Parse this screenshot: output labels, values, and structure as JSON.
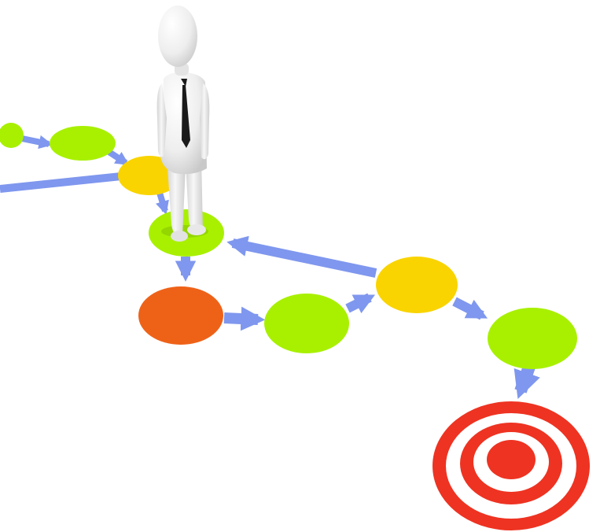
{
  "scene": {
    "subject": "3d-person-standing-on-process-path",
    "colors": {
      "background": "#ffffff",
      "arrow": "#7f97ee",
      "green_node": "#a8f000",
      "yellow_node": "#f9d400",
      "orange_node": "#ee6218",
      "target_red": "#ee3322",
      "figure_white": "#f1f1f1",
      "tie": "#1a1a1a"
    },
    "nodes": [
      {
        "id": "node-left-edge",
        "color": "green"
      },
      {
        "id": "node-top-green",
        "color": "green"
      },
      {
        "id": "node-top-yellow",
        "color": "yellow"
      },
      {
        "id": "node-under-figure",
        "color": "green"
      },
      {
        "id": "node-orange",
        "color": "orange"
      },
      {
        "id": "node-middle-green",
        "color": "green"
      },
      {
        "id": "node-right-yellow",
        "color": "yellow"
      },
      {
        "id": "node-right-green",
        "color": "green"
      }
    ],
    "goal": "target-icon"
  }
}
